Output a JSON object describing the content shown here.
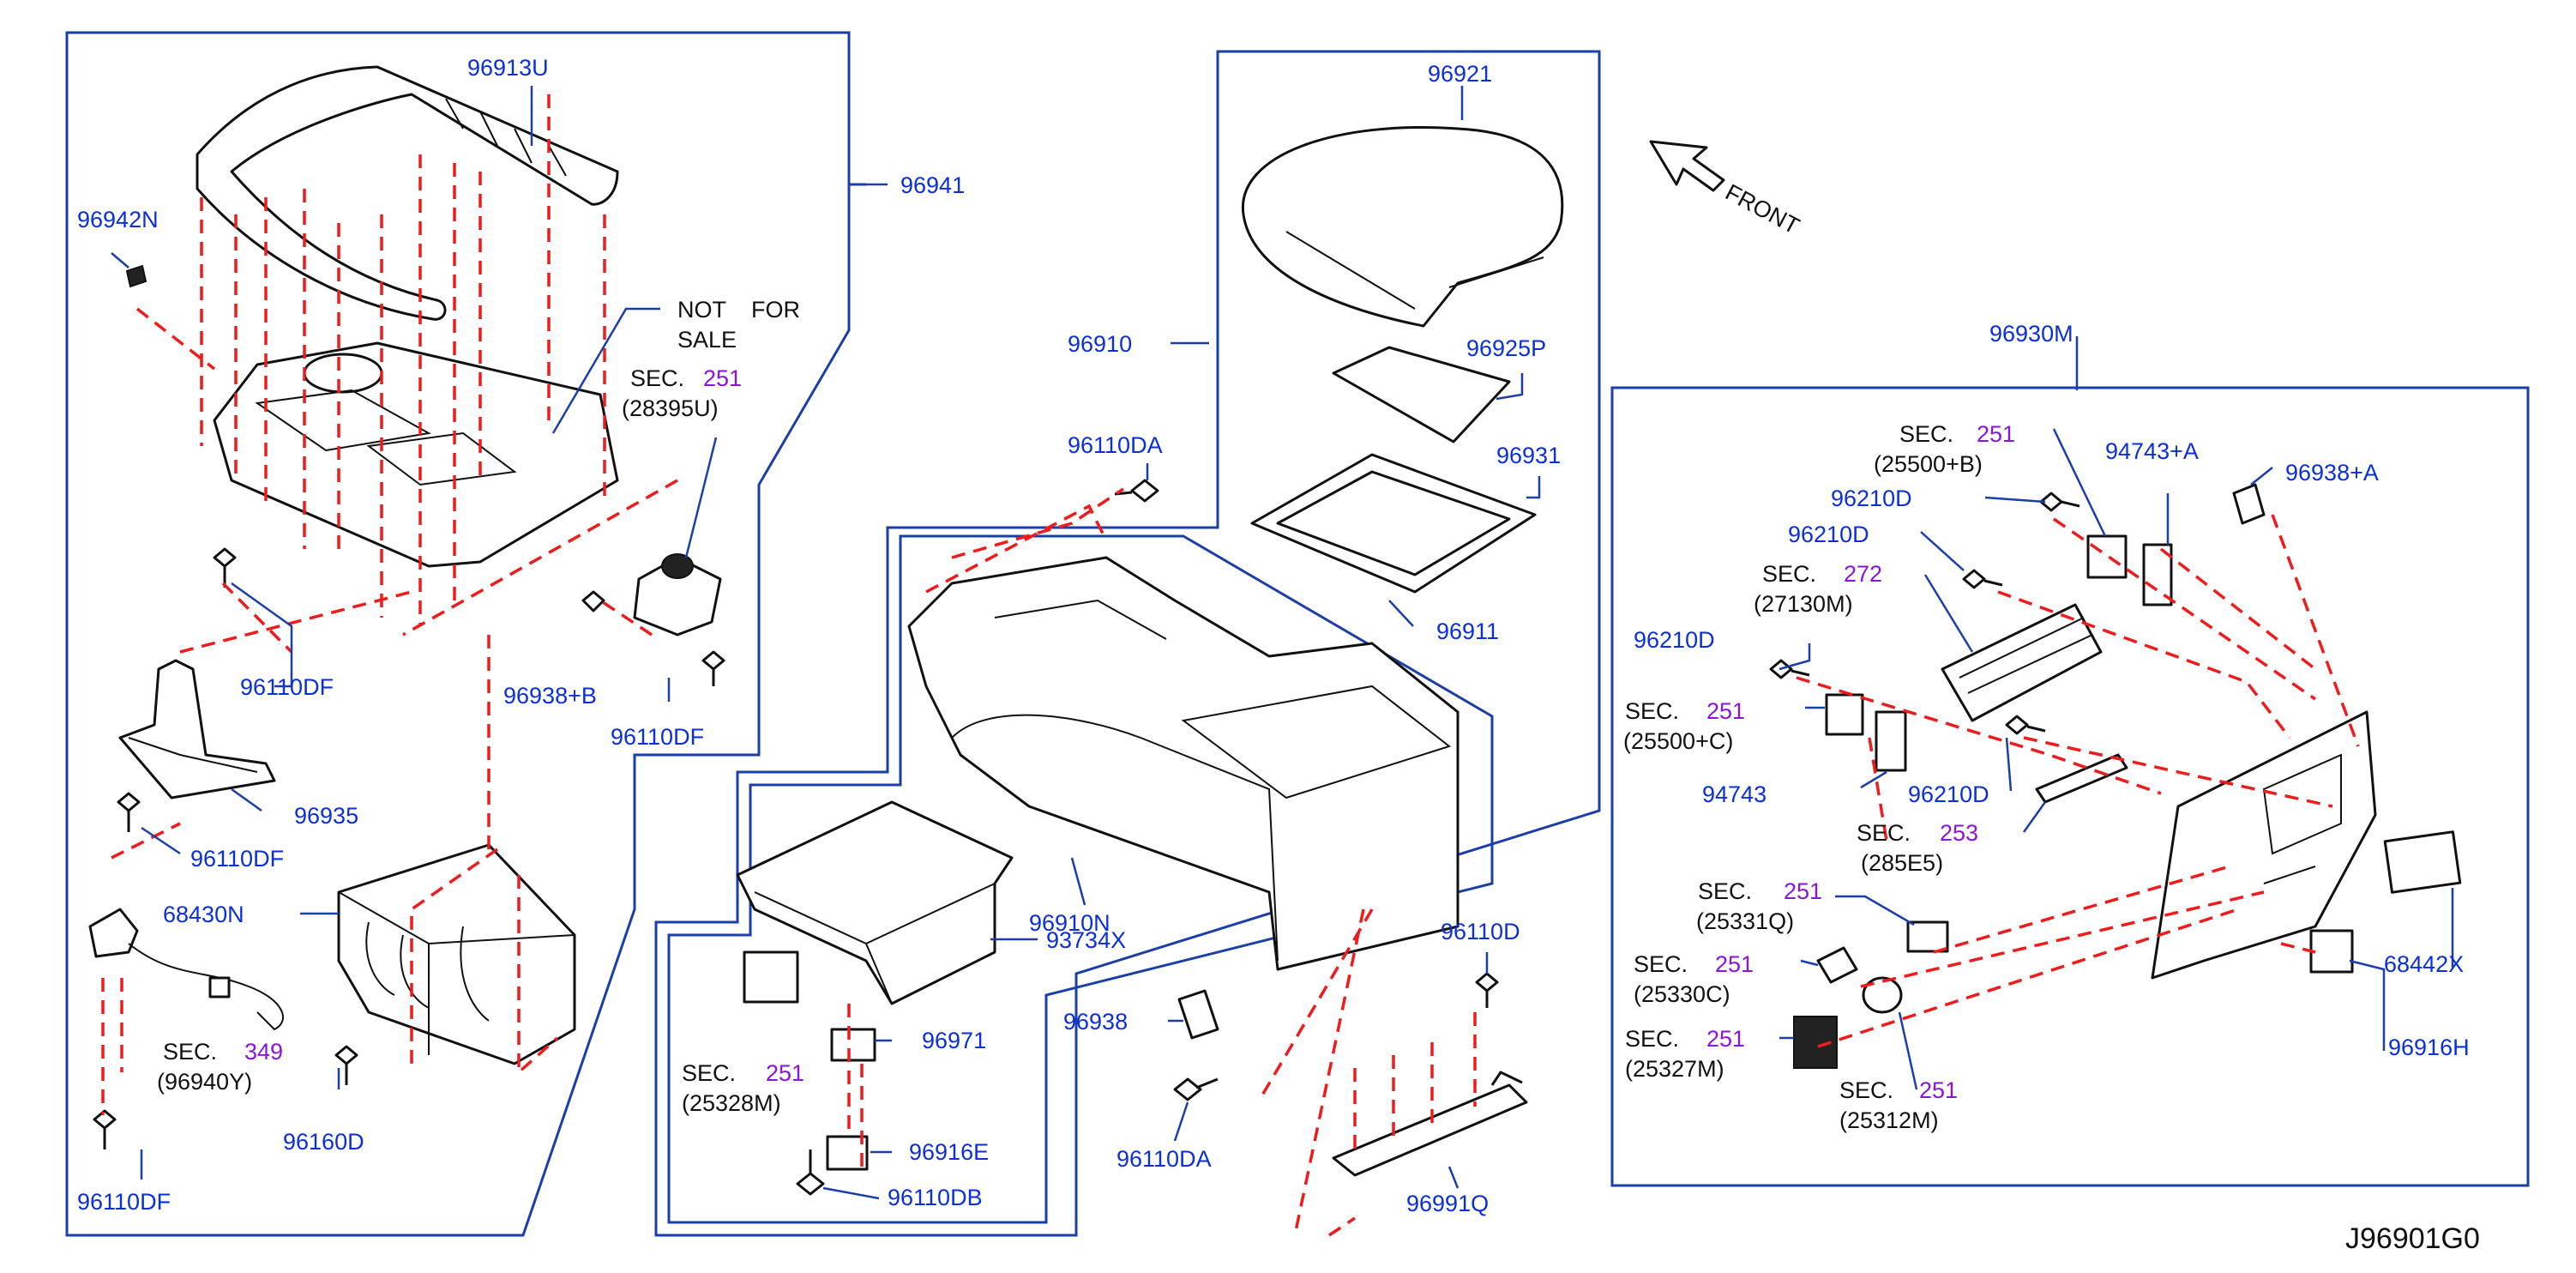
{
  "diagram_code": "J96901G0",
  "front_label": "FRONT",
  "not_for_sale": [
    "NOT",
    "FOR",
    "SALE"
  ],
  "parts": {
    "p96913U": "96913U",
    "p96942N": "96942N",
    "p96941": "96941",
    "p96110DF_a": "96110DF",
    "p96110DF_b": "96110DF",
    "p96110DF_c": "96110DF",
    "p96110DF_d": "96110DF",
    "p96938B": "96938+B",
    "p96935": "96935",
    "p68430N": "68430N",
    "p96160D": "96160D",
    "p96921": "96921",
    "p96925P": "96925P",
    "p96931": "96931",
    "p96911": "96911",
    "p96910": "96910",
    "p96110DA_a": "96110DA",
    "p96110DA_b": "96110DA",
    "p96910N": "96910N",
    "p93734X": "93734X",
    "p96971": "96971",
    "p96916E": "96916E",
    "p96110DB": "96110DB",
    "p96938": "96938",
    "p96110D": "96110D",
    "p96991Q": "96991Q",
    "p96930M": "96930M",
    "p94743A": "94743+A",
    "p96938A": "96938+A",
    "p96210D_a": "96210D",
    "p96210D_b": "96210D",
    "p96210D_c": "96210D",
    "p96210D_d": "96210D",
    "p94743": "94743",
    "p68442X": "68442X",
    "p96916H": "96916H"
  },
  "sections": {
    "s28395U": {
      "sec": "SEC.",
      "num": "251",
      "code": "(28395U)"
    },
    "s96940Y": {
      "sec": "SEC.",
      "num": "349",
      "code": "(96940Y)"
    },
    "s25328M": {
      "sec": "SEC.",
      "num": "251",
      "code": "(25328M)"
    },
    "s25500B": {
      "sec": "SEC.",
      "num": "251",
      "code": "(25500+B)"
    },
    "s27130M": {
      "sec": "SEC.",
      "num": "272",
      "code": "(27130M)"
    },
    "s25500C": {
      "sec": "SEC.",
      "num": "251",
      "code": "(25500+C)"
    },
    "s285E5": {
      "sec": "SEC.",
      "num": "253",
      "code": "(285E5)"
    },
    "s25331Q": {
      "sec": "SEC.",
      "num": "251",
      "code": "(25331Q)"
    },
    "s25330C": {
      "sec": "SEC.",
      "num": "251",
      "code": "(25330C)"
    },
    "s25327M": {
      "sec": "SEC.",
      "num": "251",
      "code": "(25327M)"
    },
    "s25312M": {
      "sec": "SEC.",
      "num": "251",
      "code": "(25312M)"
    }
  },
  "colors": {
    "part_number": "#0b2fd8",
    "section_number": "#8c14d8",
    "leader": "#1a3fa8",
    "dashed_guide": "#ee1c1c",
    "outline": "#111111"
  }
}
